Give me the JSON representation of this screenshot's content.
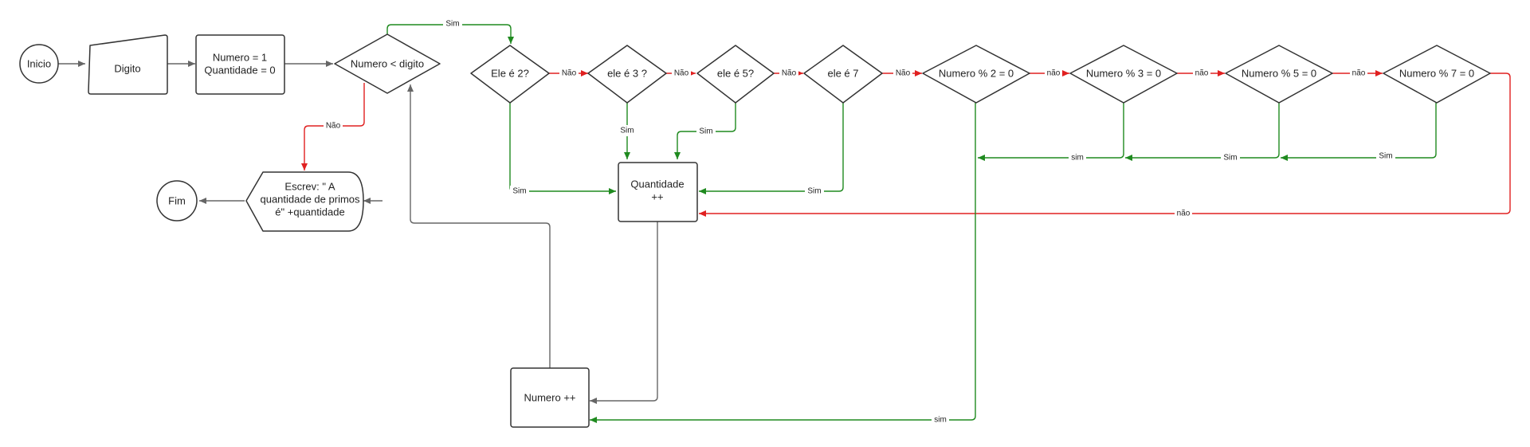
{
  "colors": {
    "node_stroke": "#333333",
    "node_fill": "#ffffff",
    "edge_default": "#666666",
    "edge_yes": "#1f8a1f",
    "edge_no": "#e02020"
  },
  "nodes": {
    "inicio": [
      "Inicio"
    ],
    "digito": [
      "Digito"
    ],
    "init": [
      "Numero = 1",
      "Quantidade = 0"
    ],
    "cond_loop": [
      "Numero < digito"
    ],
    "e2": [
      "Ele é 2?"
    ],
    "e3": [
      "ele é 3 ?"
    ],
    "e5": [
      "ele é 5?"
    ],
    "e7": [
      "ele é 7"
    ],
    "m2": [
      "Numero % 2 = 0"
    ],
    "m3": [
      "Numero % 3 = 0"
    ],
    "m5": [
      "Numero % 5 = 0"
    ],
    "m7": [
      "Numero % 7 = 0"
    ],
    "quantidade": [
      "Quantidade",
      "++"
    ],
    "numero_inc": [
      "Numero ++"
    ],
    "escrev": [
      "Escrev: \" A",
      "quantidade de primos",
      "é\" +quantidade"
    ],
    "fim": [
      "Fim"
    ]
  },
  "edge_labels": {
    "loop_sim": "Sim",
    "loop_nao": "Não",
    "e2_nao": "Não",
    "e3_nao": "Não",
    "e5_nao": "Não",
    "e7_nao": "Não",
    "m2_nao": "não",
    "m3_nao": "não",
    "m5_nao": "não",
    "e2_sim": "Sim",
    "e3_sim": "Sim",
    "e5_sim": "Sim",
    "e7_sim": "Sim",
    "m3_sim": "sim",
    "m5_sim": "Sim",
    "m7_sim": "Sim",
    "m7_nao": "não",
    "m2_sim": "sim"
  }
}
